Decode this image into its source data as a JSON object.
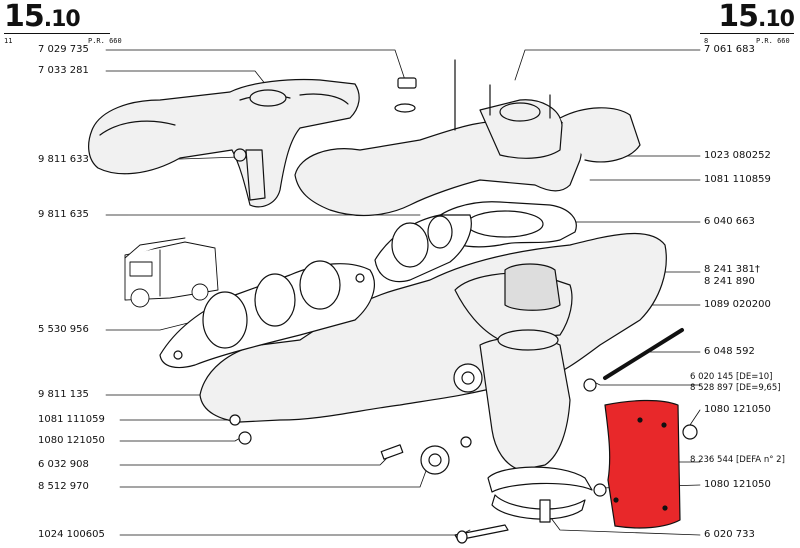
{
  "header": {
    "left_page": "15.10",
    "left_page_major": "15",
    "left_page_minor": ".10",
    "left_sub_a": "11",
    "left_sub_b": "P.R. 660",
    "right_page_major": "15",
    "right_page_minor": ".10",
    "right_sub_a": "8",
    "right_sub_b": "P.R. 660"
  },
  "labels_left": [
    "7 029 735",
    "7 033 281",
    "9 811 633",
    "9 811 635",
    "5 530 956",
    "9 811 135",
    "1081 111059",
    "1080 121050",
    "6 032 908",
    "8 512 970",
    "1024 100605"
  ],
  "labels_right": [
    "7 061 683",
    "1023 080252",
    "1081 110859",
    "6 040 663",
    "8 241 381†",
    "8 241 890",
    "1089 020200",
    "6 048 592",
    "6 020 145 [DE=10]",
    "8 528 897 [DE=9,65]",
    "1080 121050",
    "8 236 544 [DEFA n° 2]",
    "1080 121050",
    "6 020 733"
  ],
  "colors": {
    "ink": "#111111",
    "highlight": "#e8282a",
    "part_fill": "#f1f1f1"
  }
}
